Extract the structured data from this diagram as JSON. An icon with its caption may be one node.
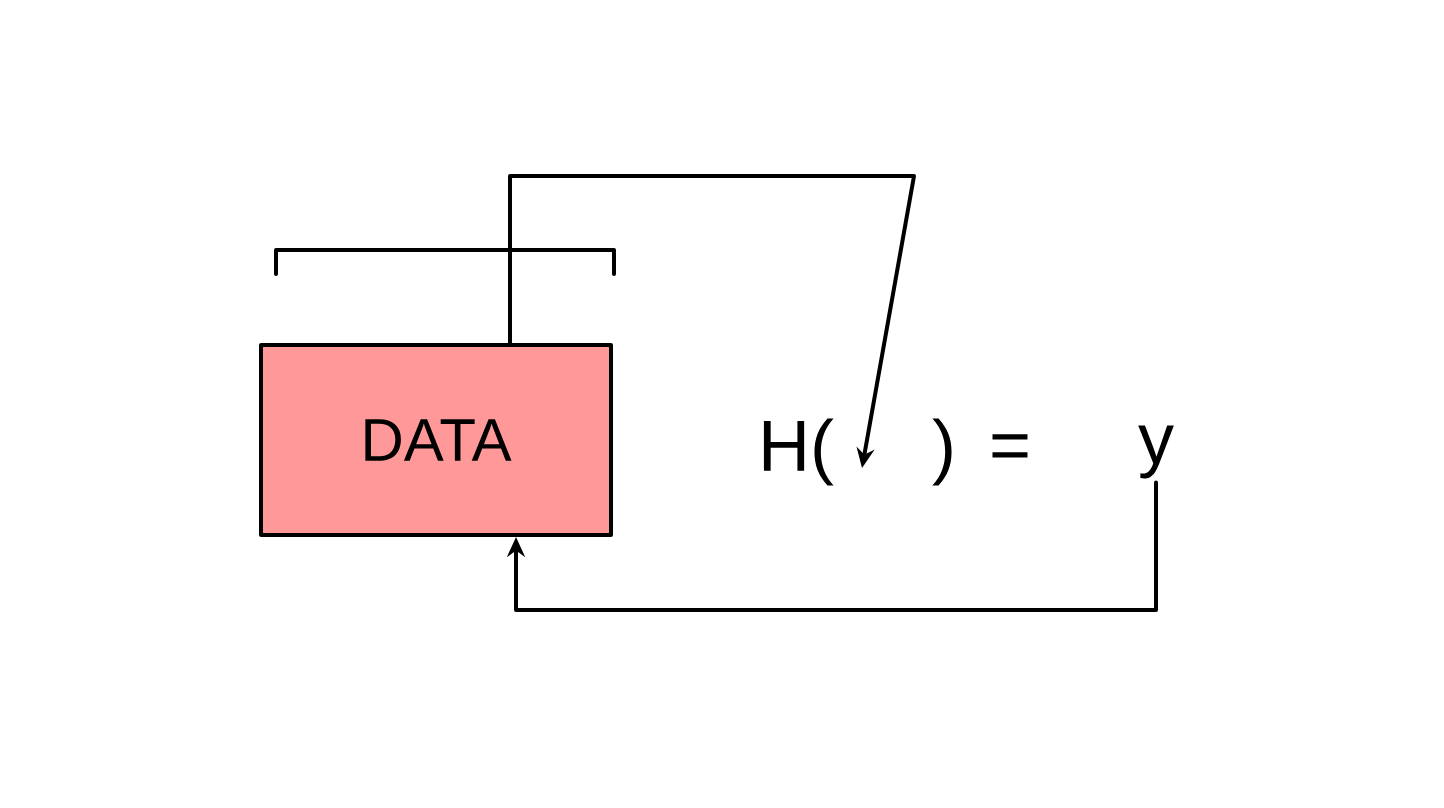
{
  "diagram": {
    "nodes": [
      {
        "text": [
          "DATA"
        ]
      },
      {
        "text": [
          "H("
        ]
      },
      {
        "text": [
          ")"
        ]
      },
      {
        "text": [
          "y"
        ]
      }
    ],
    "edges": [
      {
        "from": 0,
        "to": 1,
        "arrow": "to"
      },
      {
        "from": 3,
        "to": 0,
        "arrow": "to"
      }
    ],
    "labels": [
      "="
    ]
  }
}
